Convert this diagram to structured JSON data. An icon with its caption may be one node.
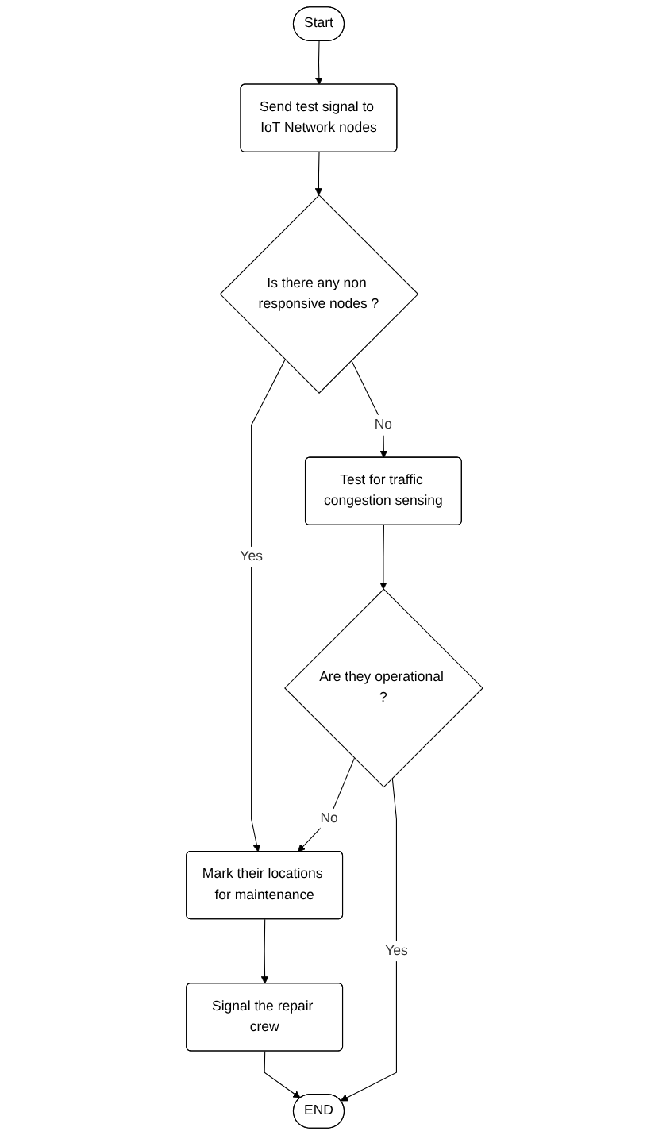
{
  "diagram": {
    "nodes": [
      {
        "text": [
          "Start"
        ]
      },
      {
        "text": [
          "Send test signal to IoT Network nodes"
        ]
      },
      {
        "text": [
          "Is there any non responsive nodes ?"
        ]
      },
      {
        "text": [
          "END"
        ]
      },
      {
        "text": [
          "Signal the repair crew"
        ]
      },
      {
        "text": [
          "Mark their locations for maintenance"
        ]
      },
      {
        "text": [
          "Are they operational ?"
        ]
      },
      {
        "text": [
          "Test for traffic congestion sensing"
        ]
      }
    ],
    "edges": [
      {
        "from": 0,
        "to": 1,
        "arrow": "to"
      },
      {
        "from": 1,
        "to": 2,
        "arrow": "to"
      },
      {
        "from": 2,
        "to": 5,
        "arrow": "to",
        "label": "Yes"
      },
      {
        "from": 2,
        "to": 7,
        "arrow": "to",
        "label": "No"
      },
      {
        "from": 7,
        "to": 6,
        "arrow": "to"
      },
      {
        "from": 6,
        "to": 5,
        "arrow": "to",
        "label": "No"
      },
      {
        "from": 6,
        "to": 3,
        "arrow": "to",
        "label": "Yes"
      },
      {
        "from": 5,
        "to": 4,
        "arrow": "to"
      },
      {
        "from": 4,
        "to": 3,
        "arrow": "to"
      }
    ]
  }
}
